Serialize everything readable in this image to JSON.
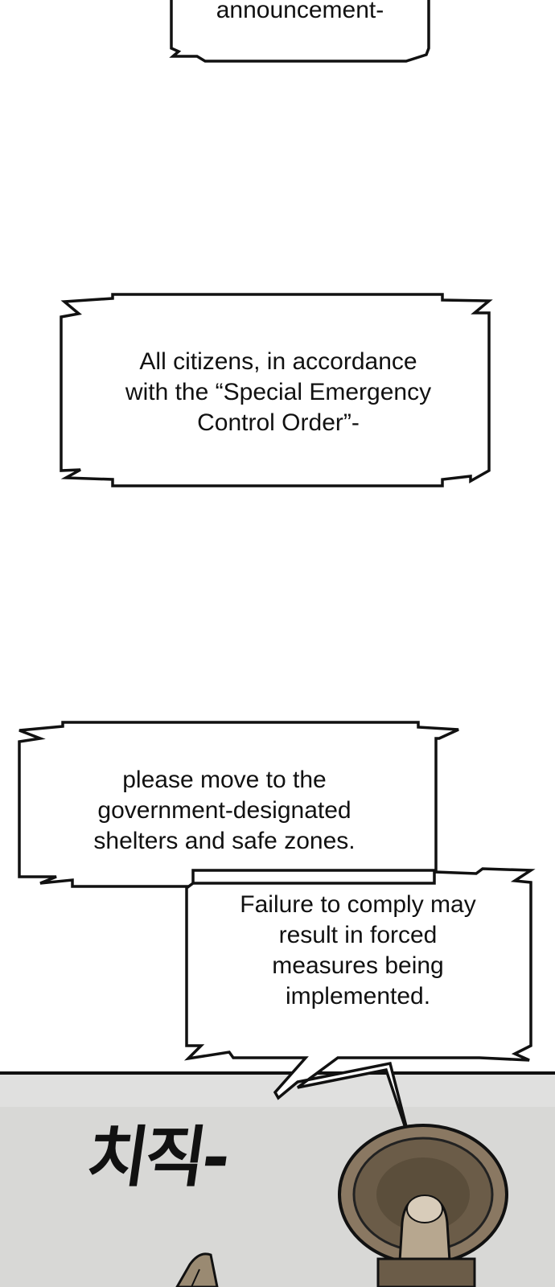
{
  "bubbles": {
    "b0": {
      "text": "announcement-"
    },
    "b1": {
      "text": "All citizens, in accordance\nwith the “Special Emergency\nControl Order”-"
    },
    "b2": {
      "text": "please move to the\ngovernment-designated\nshelters and safe zones."
    },
    "b3": {
      "text": "Failure to comply may\nresult in forced\nmeasures being\nimplemented."
    }
  },
  "sfx": {
    "text": "치직-"
  },
  "colors": {
    "panel_bg": "#d9d9d7",
    "ink": "#111111",
    "megaphone": "#7a6a55"
  }
}
